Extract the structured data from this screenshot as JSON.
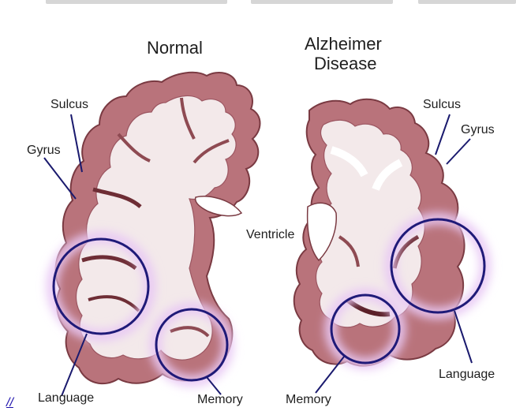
{
  "headings": {
    "normal": "Normal",
    "alzheimer_line1": "Alzheimer",
    "alzheimer_line2": "Disease"
  },
  "labels": {
    "sulcus_left": "Sulcus",
    "gyrus_left": "Gyrus",
    "ventricle": "Ventricle",
    "language_left": "Language",
    "memory_left": "Memory",
    "sulcus_right": "Sulcus",
    "gyrus_right": "Gyrus",
    "language_right": "Language",
    "memory_right": "Memory"
  },
  "corner_link": "//",
  "colors": {
    "cortex": "#b9737b",
    "cortex_dark": "#8e4a52",
    "white_matter": "#f3e9ea",
    "ring": "#1f1a78",
    "glow": "#e8c8f4",
    "leader": "#1a1a6e"
  }
}
